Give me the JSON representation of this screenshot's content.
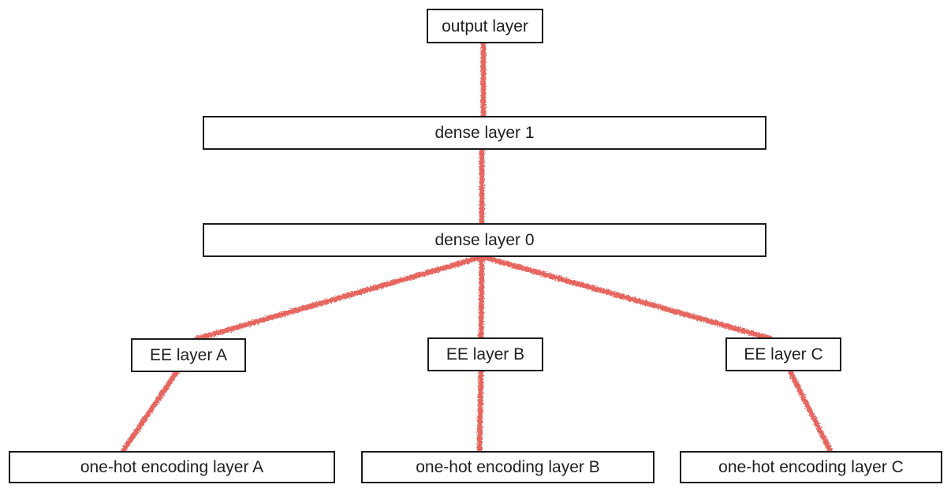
{
  "diagram": {
    "nodes": {
      "output_layer": {
        "label": "output layer"
      },
      "dense_layer_1": {
        "label": "dense layer 1"
      },
      "dense_layer_0": {
        "label": "dense layer 0"
      },
      "ee_layer_a": {
        "label": "EE layer A"
      },
      "ee_layer_b": {
        "label": "EE layer B"
      },
      "ee_layer_c": {
        "label": "EE layer C"
      },
      "one_hot_a": {
        "label": "one-hot encoding layer A"
      },
      "one_hot_b": {
        "label": "one-hot encoding layer B"
      },
      "one_hot_c": {
        "label": "one-hot encoding layer C"
      }
    },
    "edges": [
      {
        "from": "dense layer 1",
        "to": "output layer"
      },
      {
        "from": "dense layer 0",
        "to": "dense layer 1"
      },
      {
        "from": "EE layer A",
        "to": "dense layer 0"
      },
      {
        "from": "EE layer B",
        "to": "dense layer 0"
      },
      {
        "from": "EE layer C",
        "to": "dense layer 0"
      },
      {
        "from": "one-hot encoding layer A",
        "to": "EE layer A"
      },
      {
        "from": "one-hot encoding layer B",
        "to": "EE layer B"
      },
      {
        "from": "one-hot encoding layer C",
        "to": "EE layer C"
      }
    ],
    "colors": {
      "edge": "#e7655e",
      "box_border": "#1c1c1c",
      "text": "#1f1f1f",
      "background": "#ffffff"
    }
  }
}
